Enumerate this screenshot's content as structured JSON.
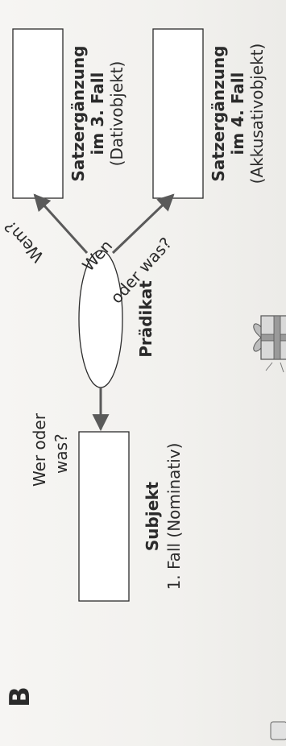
{
  "section_letter": "B",
  "diagram": {
    "subject": {
      "title": "Subjekt",
      "subtitle": "1. Fall (Nominativ)",
      "question": [
        "Wer oder",
        "was?"
      ]
    },
    "predicate": {
      "title": "Prädikat"
    },
    "dative": {
      "title_line1": "Satzergänzung",
      "title_line2": "im 3. Fall",
      "subtitle": "(Dativobjekt)",
      "question": "Wem?"
    },
    "accusative": {
      "title_line1": "Satzergänzung",
      "title_line2": "im 4. Fall",
      "subtitle": "(Akkusativobjekt)",
      "question": [
        "Wen",
        "oder was?"
      ]
    }
  },
  "colors": {
    "ink": "#2b2b2b",
    "arrow": "#5a5a5a",
    "paper": "#f4f3f1"
  }
}
